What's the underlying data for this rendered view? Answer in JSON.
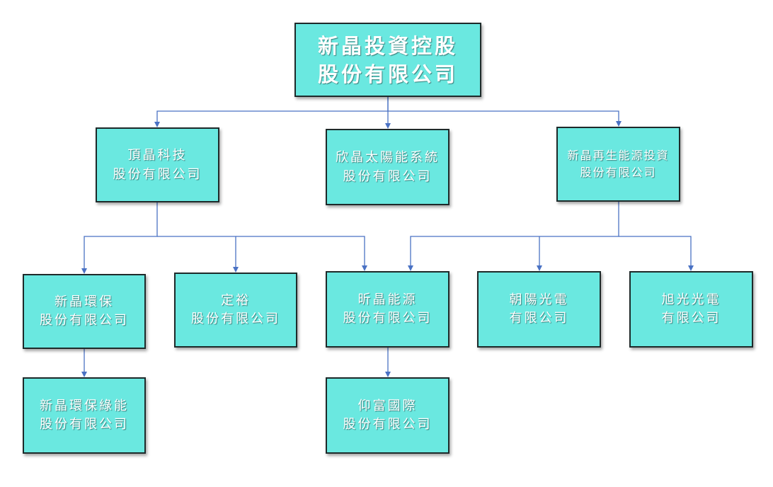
{
  "org_chart": {
    "root": {
      "line1": "新晶投資控股",
      "line2": "股份有限公司"
    },
    "subsidiaries": {
      "dingjing": {
        "line1": "頂晶科技",
        "line2": "股份有限公司"
      },
      "xinjing_solar": {
        "line1": "欣晶太陽能系統",
        "line2": "股份有限公司"
      },
      "renewable": {
        "line1": "新晶再生能源投資",
        "line2": "股份有限公司"
      }
    },
    "level2": {
      "eco": {
        "line1": "新晶環保",
        "line2": "股份有限公司"
      },
      "dingyu": {
        "line1": "定裕",
        "line2": "股份有限公司"
      },
      "xinjing_energy": {
        "line1": "昕晶能源",
        "line2": "股份有限公司"
      },
      "chaoyang": {
        "line1": "朝陽光電",
        "line2": "有限公司"
      },
      "xuguang": {
        "line1": "旭光光電",
        "line2": "有限公司"
      }
    },
    "level3": {
      "eco_green": {
        "line1": "新晶環保綠能",
        "line2": "股份有限公司"
      },
      "yangfu": {
        "line1": "仰富國際",
        "line2": "股份有限公司"
      }
    }
  },
  "colors": {
    "box_fill": "#6ae8e0",
    "box_border": "#1e2a2a",
    "connector": "#4a72c4",
    "text": "#ffffff"
  }
}
